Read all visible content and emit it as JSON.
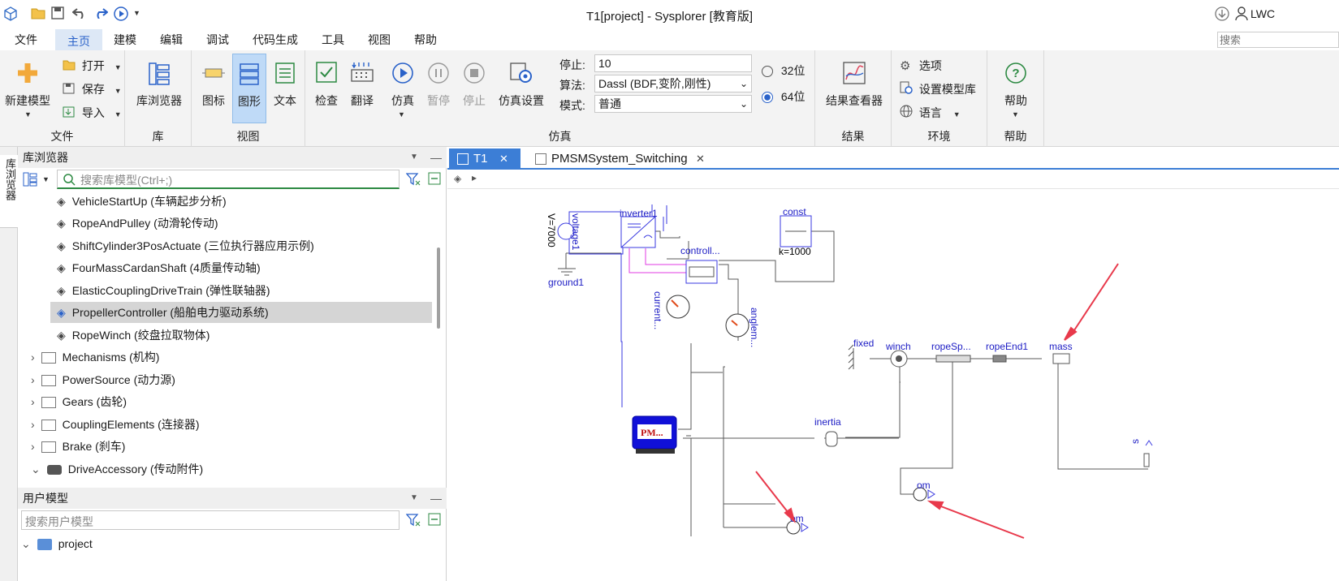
{
  "window": {
    "title": "T1[project] - Sysplorer [教育版]",
    "user": "LWC",
    "search_placeholder": "搜索"
  },
  "menu": [
    "文件",
    "主页",
    "建模",
    "编辑",
    "调试",
    "代码生成",
    "工具",
    "视图",
    "帮助"
  ],
  "ribbon": {
    "file": {
      "new_model": "新建模型",
      "open": "打开",
      "save": "保存",
      "import": "导入",
      "group": "文件"
    },
    "library": {
      "browser": "库浏览器",
      "group": "库"
    },
    "view": {
      "icon": "图标",
      "diagram": "图形",
      "text": "文本",
      "group": "视图"
    },
    "simulation": {
      "check": "检查",
      "translate": "翻译",
      "simulate": "仿真",
      "pause": "暂停",
      "stop": "停止",
      "settings": "仿真设置",
      "stop_time_label": "停止:",
      "stop_time_value": "10",
      "algorithm_label": "算法:",
      "algorithm_value": "Dassl (BDF,变阶,刚性)",
      "mode_label": "模式:",
      "mode_value": "普通",
      "bits32": "32位",
      "bits64": "64位",
      "group": "仿真"
    },
    "results": {
      "viewer": "结果查看器",
      "group": "结果"
    },
    "environment": {
      "options": "选项",
      "set_lib": "设置模型库",
      "language": "语言",
      "group": "环境"
    },
    "help": {
      "help": "帮助",
      "group": "帮助"
    }
  },
  "left_strip": {
    "label": "库浏览器"
  },
  "library_browser": {
    "title": "库浏览器",
    "search_placeholder": "搜索库模型(Ctrl+;)",
    "items": [
      {
        "label": "VehicleStartUp (车辆起步分析)",
        "level": 2
      },
      {
        "label": "RopeAndPulley (动滑轮传动)",
        "level": 2
      },
      {
        "label": "ShiftCylinder3PosActuate (三位执行器应用示例)",
        "level": 2
      },
      {
        "label": "FourMassCardanShaft (4质量传动轴)",
        "level": 2
      },
      {
        "label": "ElasticCouplingDriveTrain (弹性联轴器)",
        "level": 2
      },
      {
        "label": "PropellerController (船舶电力驱动系统)",
        "level": 2,
        "selected": true
      },
      {
        "label": "RopeWinch (绞盘拉取物体)",
        "level": 2
      },
      {
        "label": "Mechanisms (机构)",
        "level": 1
      },
      {
        "label": "PowerSource (动力源)",
        "level": 1
      },
      {
        "label": "Gears (齿轮)",
        "level": 1
      },
      {
        "label": "CouplingElements (连接器)",
        "level": 1
      },
      {
        "label": "Brake (刹车)",
        "level": 1
      },
      {
        "label": "DriveAccessory (传动附件)",
        "level": 1,
        "expanded": true
      }
    ]
  },
  "user_models": {
    "title": "用户模型",
    "search_placeholder": "搜索用户模型",
    "root": "project"
  },
  "editor": {
    "tabs": [
      {
        "label": "T1",
        "active": true
      },
      {
        "label": "PMSMSystem_Switching",
        "active": false
      }
    ],
    "components": {
      "voltage": "voltage1",
      "voltage_param": "V=7000",
      "ground": "ground1",
      "inverter": "inverter1",
      "const": "const",
      "const_param": "k=1000",
      "controller": "controll...",
      "current": "current...",
      "angle": "anglem...",
      "motor": "PM...",
      "inertia": "inertia",
      "fixed": "fixed",
      "winch": "winch",
      "rope_spring": "ropeSp...",
      "rope_end": "ropeEnd1",
      "mass": "mass",
      "om_bottom": "om",
      "om_mid": "om",
      "s": "s"
    }
  },
  "colors": {
    "accent": "#2a62c9",
    "active_tab": "#3c7ed6",
    "selection": "#d5d5d5",
    "annotation_arrow": "#e8394b",
    "wire": "#5a5a5a",
    "signal_wire": "#3a3ae0"
  }
}
